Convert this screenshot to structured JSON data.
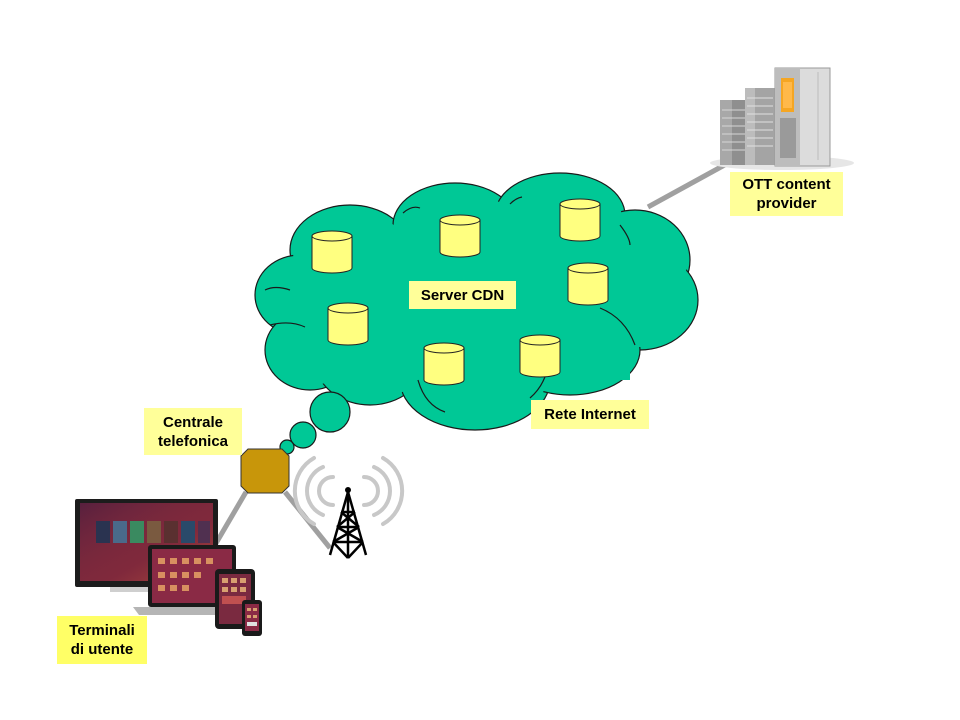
{
  "diagram": {
    "colors": {
      "cloud_fill": "#00c896",
      "cloud_stroke": "#1a1a1a",
      "server_fill": "#ffff80",
      "label_bg": "#ffff99",
      "label_bg_terminals": "#ffff66",
      "exchange_fill": "#c8960a",
      "link_color": "#a0a0a0"
    },
    "nodes": {
      "cloud": {
        "label": "Rete Internet",
        "inner_label": "Server CDN",
        "server_count": 7
      },
      "provider": {
        "label_lines": [
          "OTT content",
          "provider"
        ],
        "icon": "datacenter-buildings-icon"
      },
      "exchange": {
        "label_lines": [
          "Centrale",
          "telefonica"
        ],
        "icon": "octagon-exchange-icon"
      },
      "antenna": {
        "icon": "radio-tower-icon"
      },
      "terminals": {
        "label_lines": [
          "Terminali",
          "di utente"
        ],
        "icon": "devices-tv-laptop-tablet-phone-icon"
      }
    },
    "edges": [
      {
        "from": "cloud",
        "to": "provider"
      },
      {
        "from": "exchange",
        "to": "cloud",
        "style": "thought-bubbles"
      },
      {
        "from": "exchange",
        "to": "terminals"
      },
      {
        "from": "exchange",
        "to": "antenna"
      }
    ]
  }
}
